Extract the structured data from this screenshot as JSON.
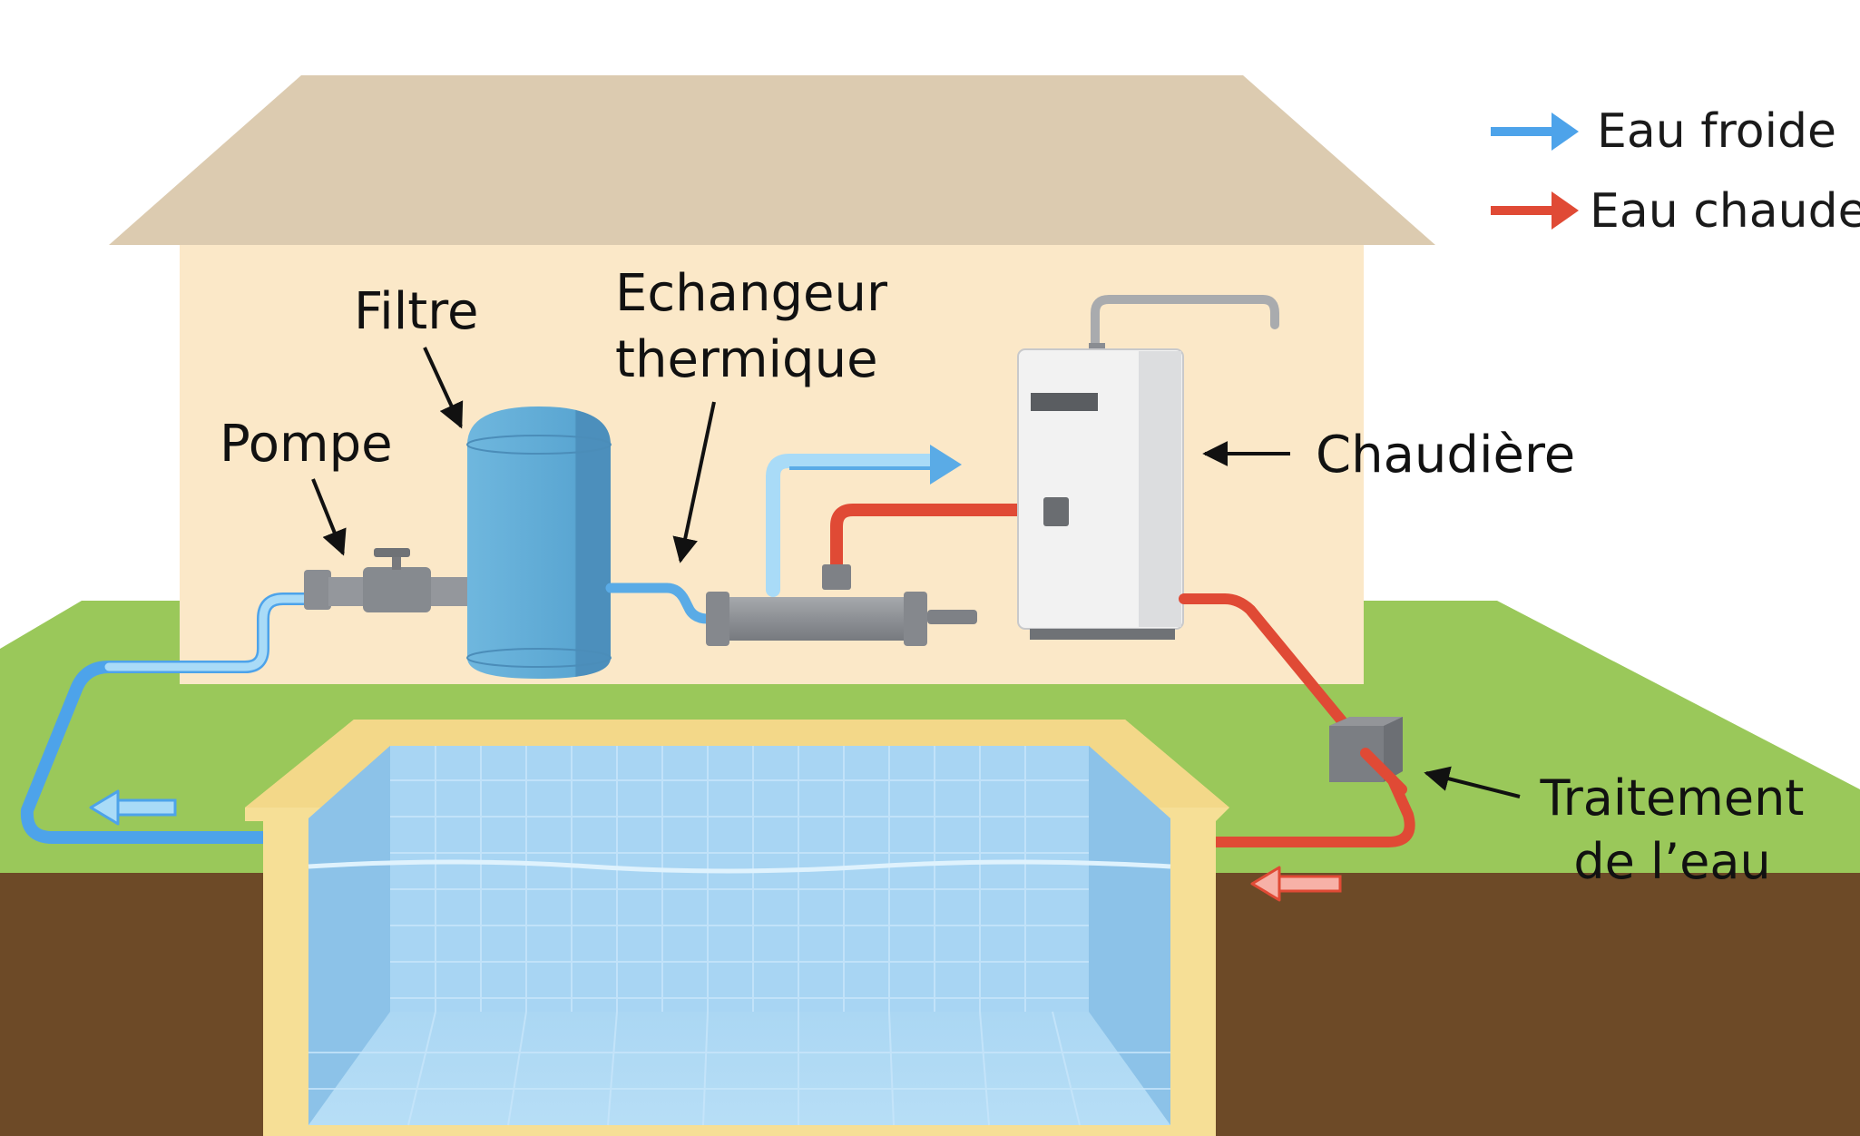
{
  "legend": {
    "cold": {
      "label": "Eau froide",
      "color": "#4da3ea"
    },
    "hot": {
      "label": "Eau chaude",
      "color": "#e04a35"
    }
  },
  "labels": {
    "pump": "Pompe",
    "filter": "Filtre",
    "exchanger_line1": "Echangeur",
    "exchanger_line2": "thermique",
    "boiler": "Chaudière",
    "treatment_line1": "Traitement",
    "treatment_line2": "de l’eau"
  },
  "colors": {
    "roof": "#dccbb0",
    "wall": "#fbe8c8",
    "grass": "#9ac85a",
    "soil": "#6d4a27",
    "pool_water": "#9fd0f0",
    "pool_rim": "#f6df96",
    "filter_tank": "#5faad6",
    "boiler": "#f2f2f2"
  }
}
